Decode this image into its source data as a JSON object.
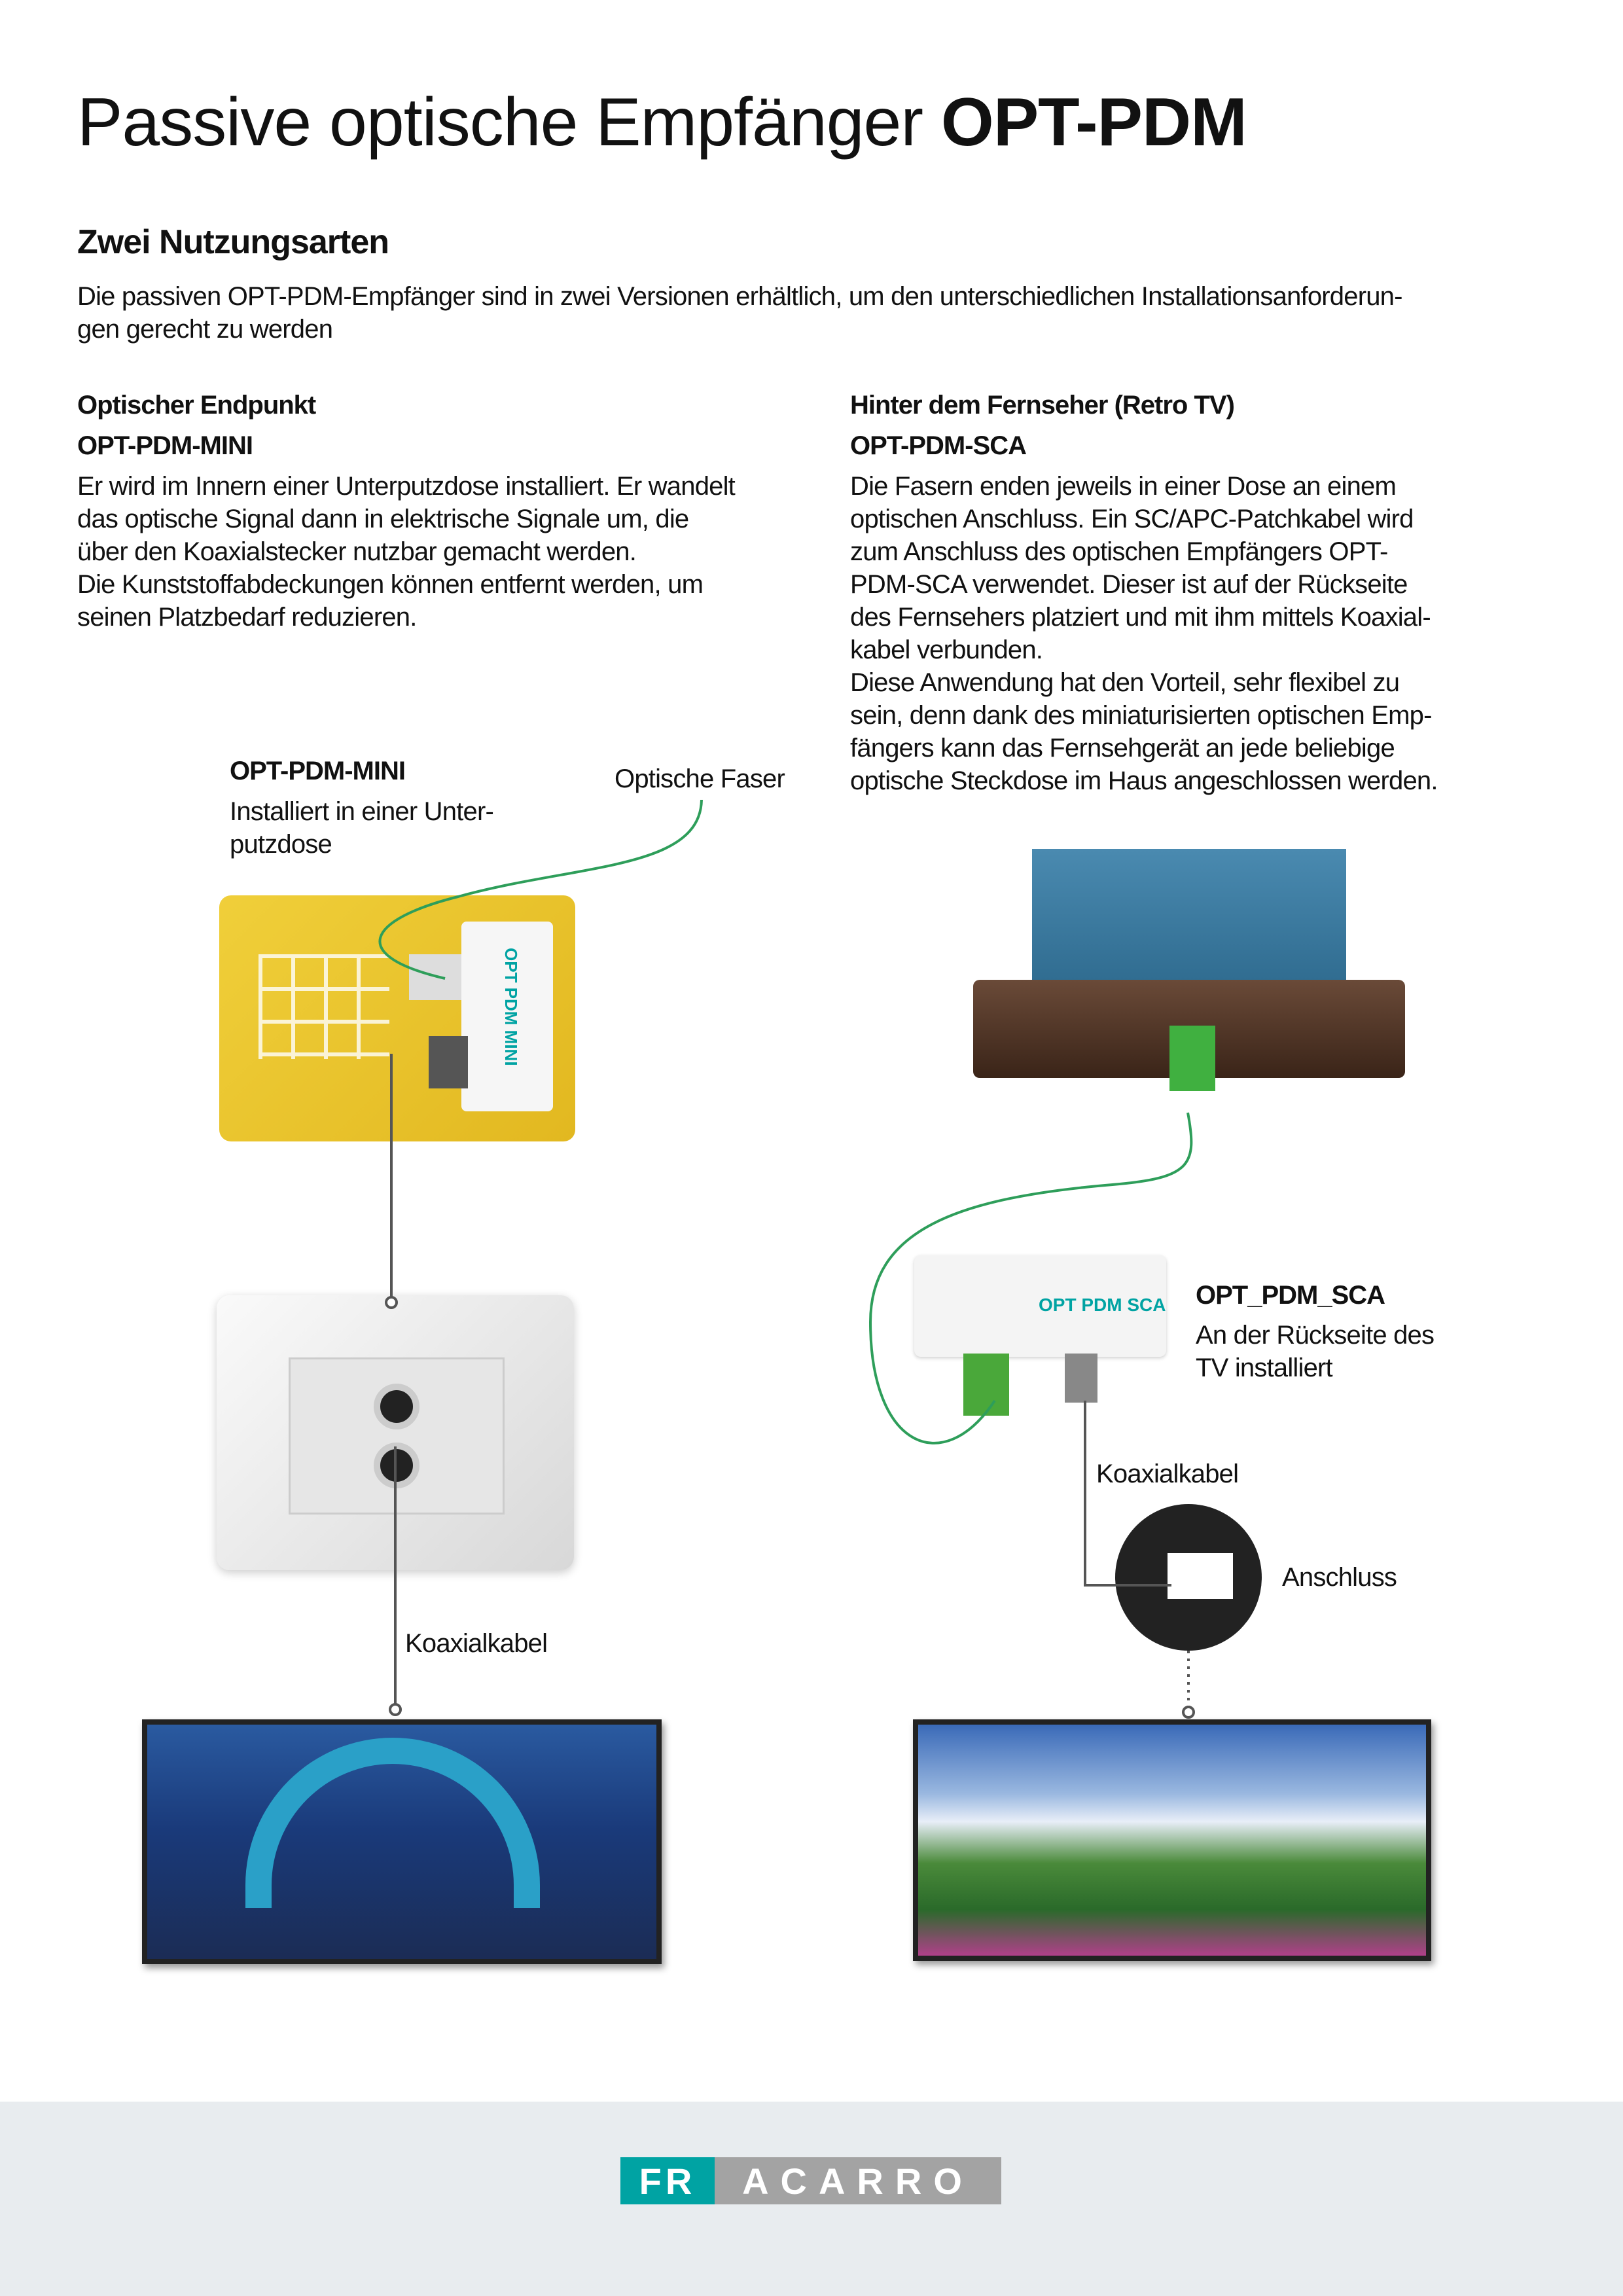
{
  "title": {
    "light": "Passive optische Empfänger ",
    "bold": "OPT-PDM"
  },
  "section_title": "Zwei Nutzungsarten",
  "intro": [
    "Die passiven OPT-PDM-Empfänger sind in zwei Versionen erhältlich, um den unterschiedlichen Installationsanforderun-",
    "gen gerecht zu werden"
  ],
  "left": {
    "heading": "Optischer Endpunkt",
    "model": "OPT-PDM-MINI",
    "body": [
      "Er wird im Innern einer Unterputzdose installiert. Er wandelt",
      "das optische Signal dann in elektrische Signale um, die",
      "über den Koaxialstecker nutzbar gemacht werden.",
      "Die Kunststoffabdeckungen können entfernt werden, um",
      "seinen Platzbedarf reduzieren."
    ]
  },
  "right": {
    "heading": "Hinter dem Fernseher (Retro TV)",
    "model": "OPT-PDM-SCA",
    "body": [
      "Die Fasern enden jeweils in einer Dose an einem",
      "optischen Anschluss. Ein SC/APC-Patchkabel wird",
      "zum Anschluss des optischen Empfängers OPT-",
      "PDM-SCA verwendet. Dieser ist auf der Rückseite",
      "des Fernsehers platziert und mit ihm mittels Koaxial-",
      "kabel verbunden.",
      "Diese Anwendung hat den Vorteil, sehr flexibel zu",
      "sein, denn dank des miniaturisierten optischen Emp-",
      "fängers kann das Fernsehgerät an jede beliebige",
      "optische Steckdose im Haus angeschlossen werden."
    ]
  },
  "diagram_left": {
    "device_label": "OPT-PDM-MINI",
    "device_desc": [
      "Installiert in einer Unter-",
      "putzdose"
    ],
    "fiber_label": "Optische Faser",
    "coax_label": "Koaxialkabel",
    "device_print": "OPT PDM MINI"
  },
  "diagram_right": {
    "device_label": "OPT_PDM_SCA",
    "device_desc": [
      "An der Rückseite des",
      "TV installiert"
    ],
    "coax_label": "Koaxialkabel",
    "port_label": "Anschluss",
    "device_print": "OPT PDM SCA"
  },
  "footer": {
    "logo": "FRACARRO",
    "logo_a": "FR",
    "logo_b": "ACARRO"
  },
  "colors": {
    "teal": "#00a3a3",
    "fiber_green": "#2e9e5a",
    "footer_bg": "#e8ecef",
    "logo_gray": "#a3a3a3"
  }
}
